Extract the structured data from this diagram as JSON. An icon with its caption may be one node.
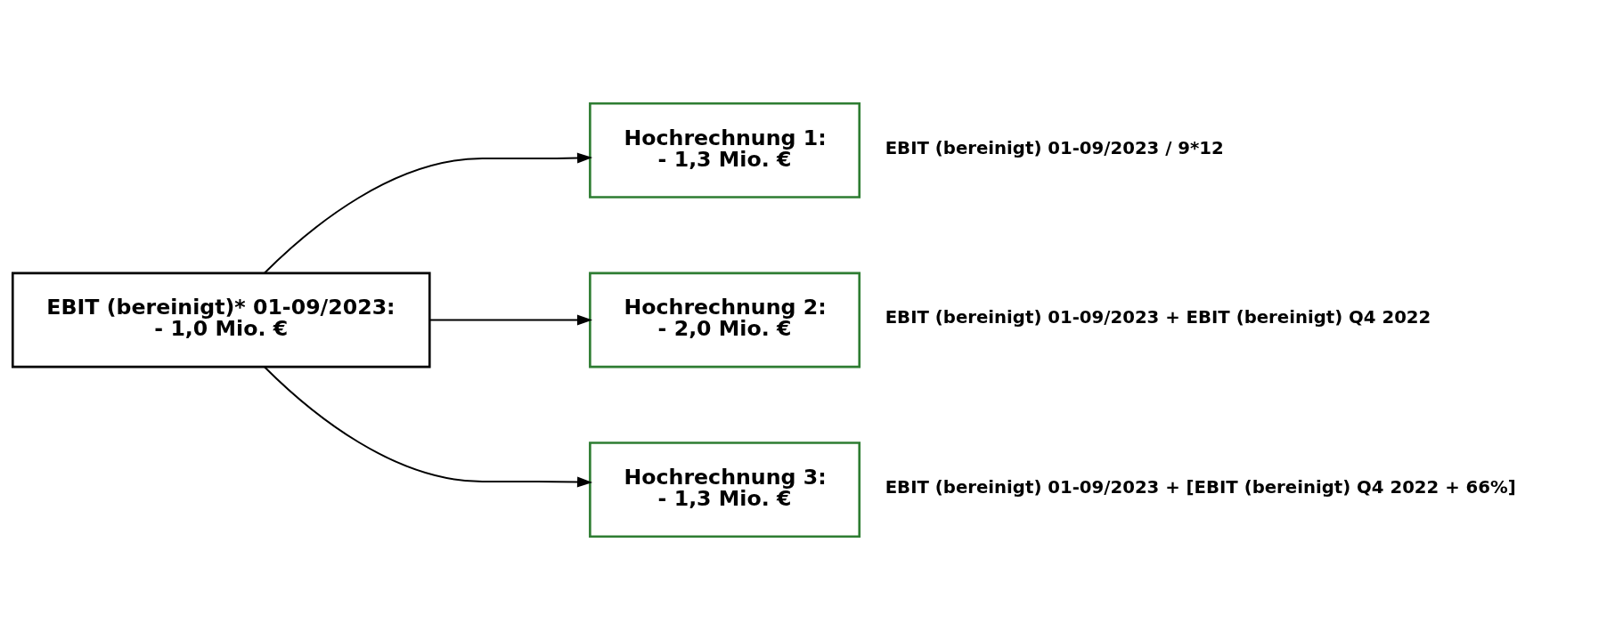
{
  "diagram": {
    "nodes": [
      {
        "text": [
          "EBIT (bereinigt)* 01-09/2023:",
          "- 1,0 Mio. €"
        ]
      },
      {
        "text": [
          "Hochrechnung 1:",
          "- 1,3 Mio. €"
        ],
        "beside": [
          "EBIT (bereinigt) 01-09/2023 / 9*12"
        ]
      },
      {
        "text": [
          "Hochrechnung 2:",
          "- 2,0 Mio. €"
        ],
        "beside": [
          "EBIT (bereinigt) 01-09/2023 + EBIT (bereinigt) Q4 2022"
        ]
      },
      {
        "text": [
          "Hochrechnung 3:",
          "- 1,3 Mio. €"
        ],
        "beside": [
          "EBIT (bereinigt) 01-09/2023 + [EBIT (bereinigt) Q4 2022 + 66%]"
        ]
      }
    ],
    "edges": [
      {
        "from": 0,
        "to": 1,
        "arrow": "to"
      },
      {
        "from": 0,
        "to": 2,
        "arrow": "to"
      },
      {
        "from": 0,
        "to": 3,
        "arrow": "to"
      }
    ]
  }
}
